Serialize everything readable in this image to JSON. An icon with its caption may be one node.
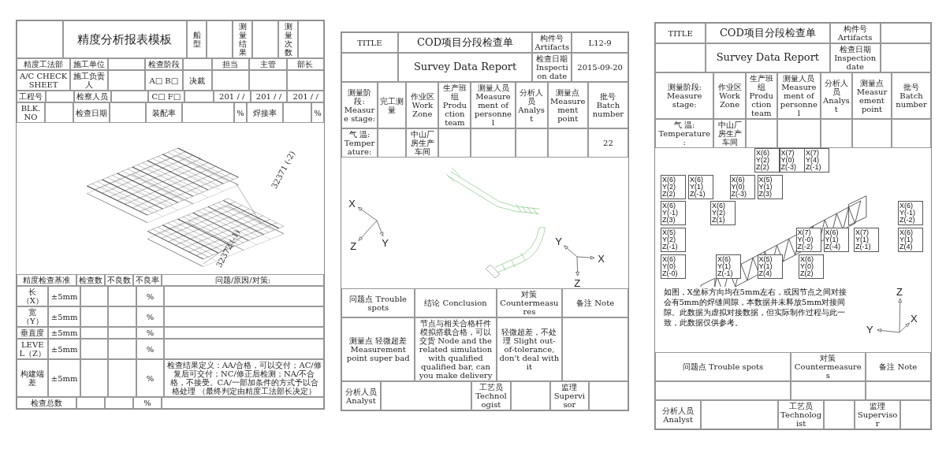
{
  "diagram": {
    "nodes": [
      {
        "text": [],
        "shape": "picture"
      },
      {
        "text": [],
        "shape": "picture"
      },
      {
        "text": [],
        "shape": "picture"
      }
    ],
    "labels": [
      "精度分析报表模板",
      "船型",
      "测量结果",
      "测量次数",
      "精度工法部",
      "施工单位",
      "检查阶段",
      "担当",
      "主管",
      "部长",
      "A/C CHECK SHEET",
      "施工负责人",
      "A□ B□",
      "决裁",
      "工程号",
      "检察人员",
      "C□ F□",
      "201 / /",
      "201 / /",
      "201 / /",
      "BLK. NO",
      "检查日期",
      "装配率",
      "%",
      "焊接率",
      "%",
      "32371 (-2)",
      "32372 (-1)",
      "精度检查基准",
      "检查数",
      "不良数",
      "不良率",
      "问题/原因/对策:",
      "长（X）",
      "±5mm",
      "%",
      "宽（Y）",
      "±5mm",
      "%",
      "垂直度",
      "±5mm",
      "%",
      "LEVEL（Z）",
      "±5mm",
      "%",
      "构建端差",
      "±5mm",
      "%",
      "检查结果定义：AA/合格，可以交付；AC/修复后可交付；NC/修正后检测；NA/不合格，不接受。CA/一部加条件的方式予以合格处理 （最终判定由精度工法部长决定）",
      "检查总数",
      "%",
      "TITLE",
      "COD项目分段检查单",
      "构件号 Artifacts",
      "L12-9",
      "Survey Data Report",
      "检查日期 Inspection date",
      "2015-09-20",
      "测量阶段: Measure stage:",
      "完工测量",
      "作业区 Work Zone",
      "生产班组 Production team",
      "测量人员 Measurement of personnel",
      "分析人员 Analyst",
      "测量点 Measurement point",
      "批号 Batch number",
      "气 温: Temperature:",
      "中山厂房生产车间",
      "22",
      "X",
      "Y",
      "Z",
      "Y",
      "X",
      "Z",
      "问题点 Trouble spots",
      "结论 Conclusion",
      "对策 Countermeasures",
      "备注 Note",
      "测量点 轻微超差 Measurement point super bad",
      "节点与相关合格杆件模拟搭载合格，可以交货 Node and the related simulation with qualified qualified bar, can you make delivery",
      "轻微超差，不处理 Slight out-of-tolerance, don't deal with it",
      "分析人员 Analyst",
      "工艺员 Technologist",
      "监理 Supervisor",
      "TITLE",
      "COD项目分段检查单",
      "构件号 Artifacts",
      "Survey Data Report",
      "检查日期 Inspection date",
      "测量阶段: Measure stage:",
      "作业区 Work Zone",
      "生产班组 Production team",
      "测量人员 Measurement of personnel",
      "分析人员 Analyst",
      "测量点 Measurement point",
      "批号 Batch number",
      "气 温: Temperature:",
      "中山厂房生产车间",
      "X(6) Y(2) Z(2)",
      "X(7) Y(0) Z(-3)",
      "X(7) Y(4) Z(-1)",
      "X(6) Y(2) Z(2)",
      "X(6) Y(1) Z(-1)",
      "X(6) Y(0) Z(-3)",
      "X(5) Y(1) Z(3)",
      "X(6) Y(-1) Z(3)",
      "X(6) Y(2) Z(1)",
      "X(6) Y(-1) Z(-2)",
      "X(5) Y(2) Z(-1)",
      "X(7) Y(-0) Z(-2)",
      "X(6) Y(1) Z(-4)",
      "X(7) Y(1) Z(-1)",
      "X(6) Y(1) Z(4)",
      "X(6) Y(0) Z(-0)",
      "X(6) Y(1) Z(-1)",
      "X(5) Y(1) Z(4)",
      "X(6) Y(0) Z(2)",
      "Z",
      "Y",
      "X",
      "如图，X坐标方向均在5mm左右，或因节点之间对接会有5mm的焊缝间隙，本数据并未释放5mm对接间隙。此数据为虚拟对接数据，但实际制作过程与此一致，此数据仅供参考。",
      "问题点 Trouble spots",
      "对策 Countermeasures",
      "备注 Note",
      "分析人员 Analyst",
      "工艺员 Technologist",
      "监理 Supervisor"
    ]
  }
}
